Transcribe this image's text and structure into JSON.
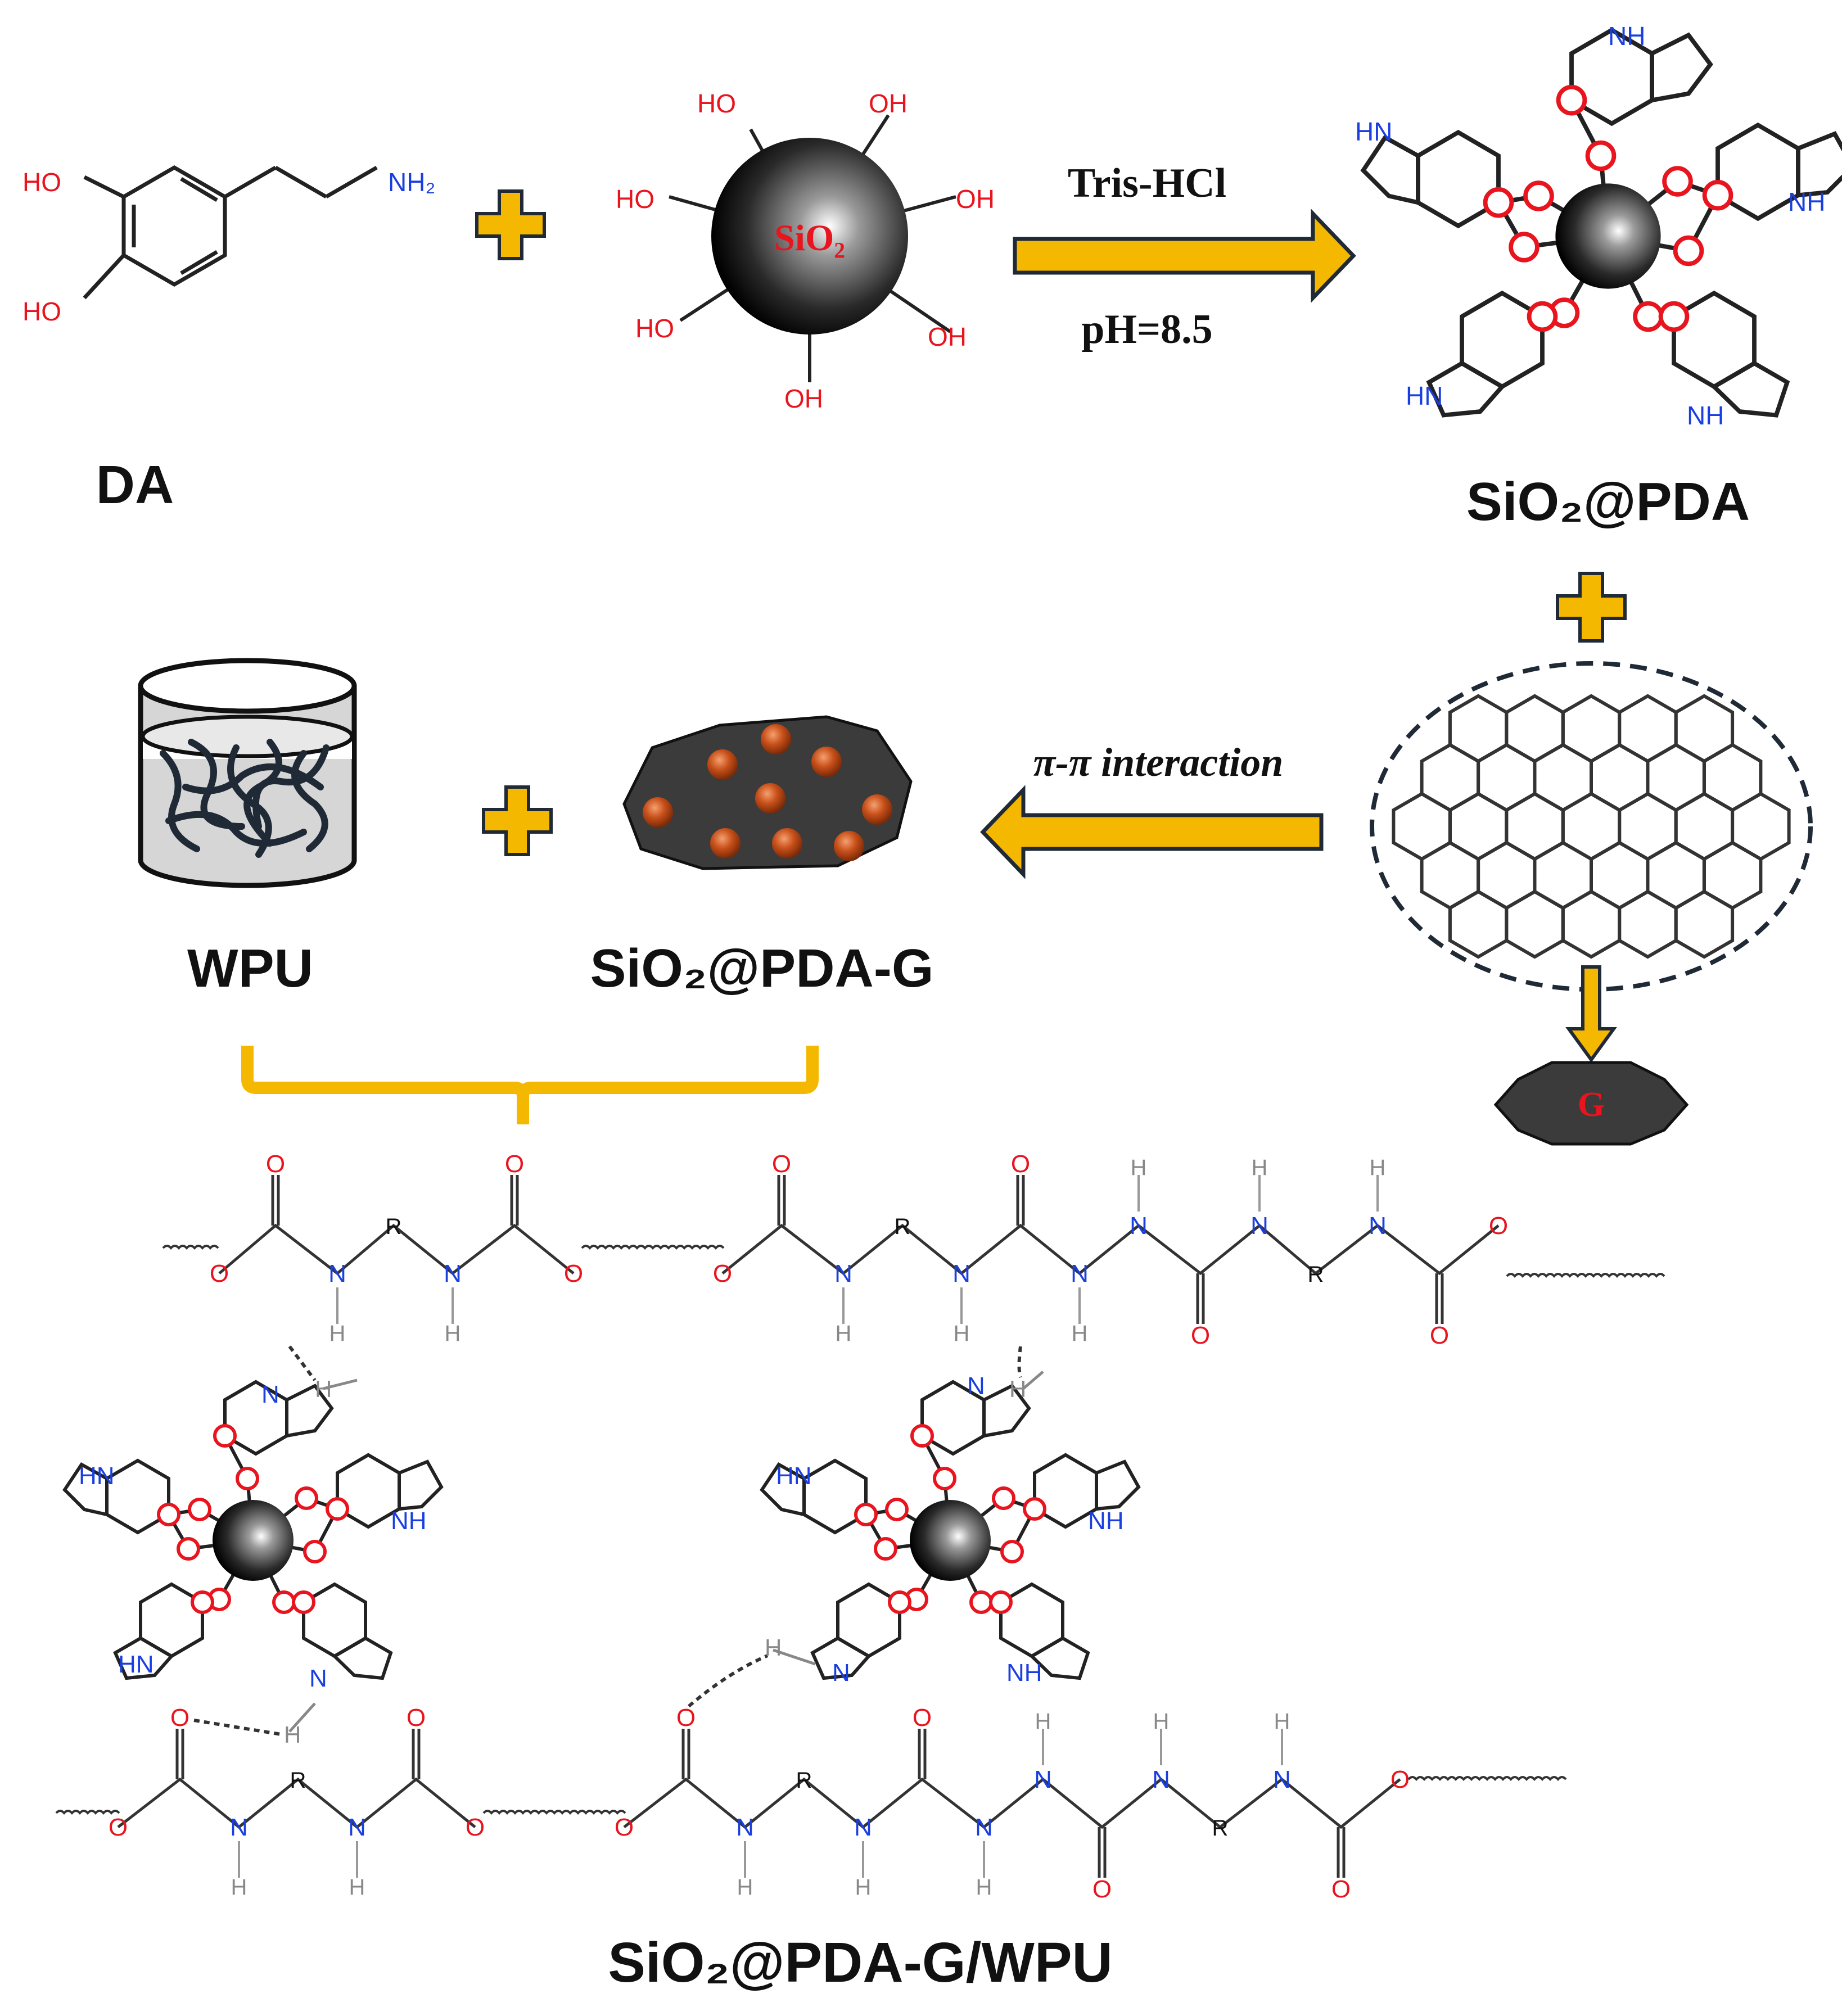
{
  "labels": {
    "da": "DA",
    "sio2_pda": "SiO₂@PDA",
    "wpu": "WPU",
    "sio2_pda_g": "SiO₂@PDA-G",
    "final": "SiO₂@PDA-G/WPU",
    "sio2_core": "SiO₂",
    "g_sheet": "G"
  },
  "conditions": {
    "reagent": "Tris-HCl",
    "ph": "pH=8.5",
    "interaction": "π-π interaction"
  },
  "atoms": {
    "ho": "HO",
    "oh": "OH",
    "nh2": "NH₂",
    "nh": "NH",
    "hn": "HN",
    "n": "N",
    "h": "H",
    "o": "O",
    "r": "R"
  },
  "colors": {
    "arrow_fill": "#f5b800",
    "arrow_stroke": "#1f2a36",
    "oxygen": "#e8141e",
    "nitrogen": "#1a3fe0",
    "sheet": "#3b3b3b",
    "particle": "#c8501a"
  }
}
